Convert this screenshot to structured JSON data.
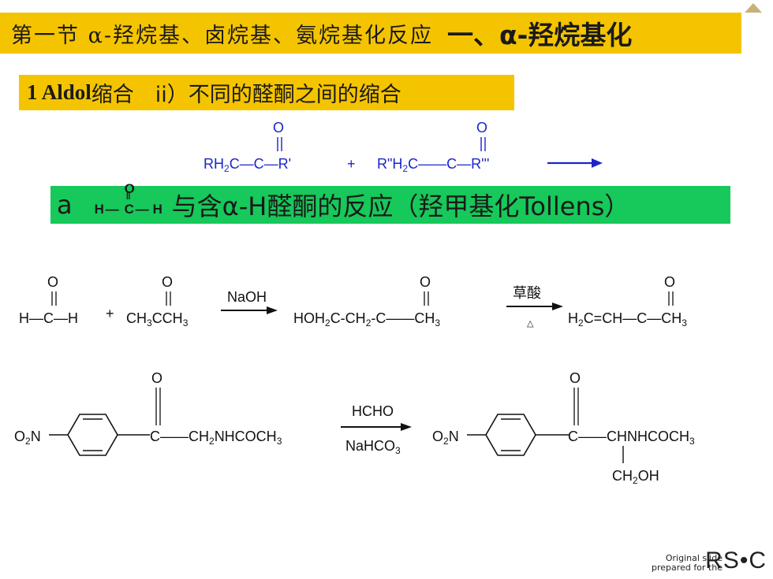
{
  "header": {
    "title": "第一节 α-羟烷基、卤烷基、氨烷基化反应",
    "subtitle": "一、α-羟烷基化"
  },
  "section": {
    "number": "1 Aldol",
    "text": "缩合　ii）不同的醛酮之间的缩合"
  },
  "general_reaction": {
    "reactant1": "RH₂C—C—R'",
    "plus": "+",
    "reactant2": "R\"H₂C——C—R'''"
  },
  "green_banner": {
    "label": "a",
    "hcho_h_left": "H",
    "hcho_c": "C",
    "hcho_h_right": "H",
    "hcho_o": "O",
    "text": "与含α-H醛酮的反应（羟甲基化Tollens）"
  },
  "reaction1": {
    "formaldehyde": "H—C—H",
    "plus": "+",
    "acetone": "CH₃CCH₃",
    "reagent": "NaOH",
    "product1": "HOH₂C-CH₂-C——CH₃",
    "reagent2": "草酸",
    "heat": "△",
    "product2": "H₂C=CH—C—CH₃"
  },
  "reaction2": {
    "reactant_left": "O₂N",
    "reactant_right": "C——CH₂NHCOCH₃",
    "reagent_top": "HCHO",
    "reagent_bottom": "NaHCO₃",
    "product_left": "O₂N",
    "product_right": "C——CHNHCOCH₃",
    "product_branch": "CH₂OH"
  },
  "footer": {
    "credit_line1": "Original slide",
    "credit_line2": "prepared for the",
    "logo": "RS•C"
  }
}
